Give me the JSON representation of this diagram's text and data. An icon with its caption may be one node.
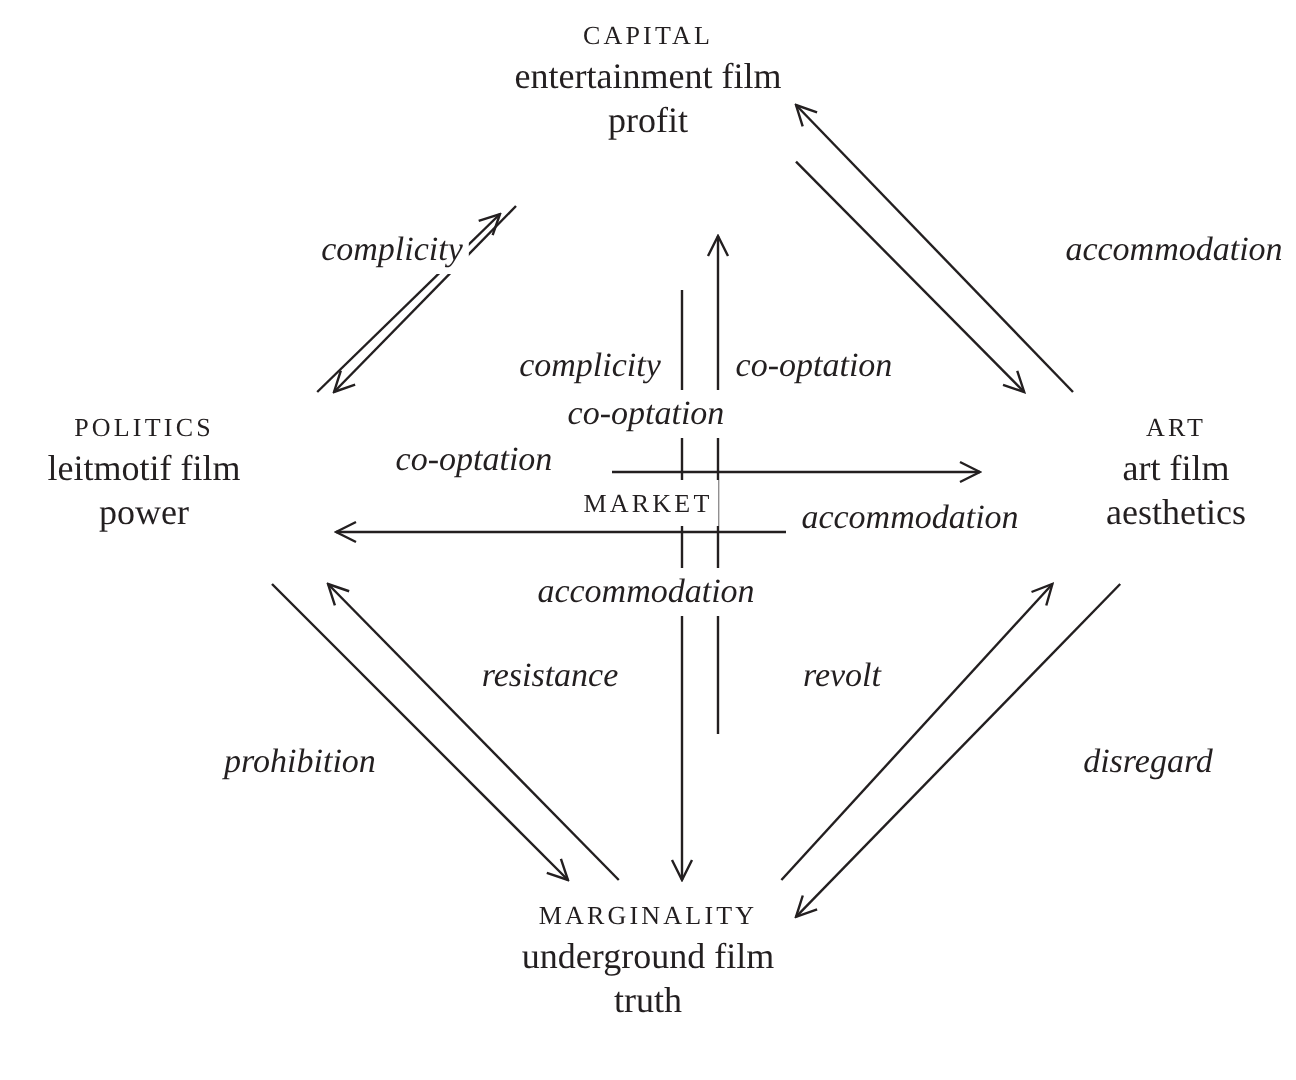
{
  "diagram": {
    "nodes": [
      {
        "text": [
          "CAPITAL",
          "entertainment film",
          "profit"
        ]
      },
      {
        "text": [
          "POLITICS",
          "leitmotif film",
          "power"
        ]
      },
      {
        "text": [
          "MARKET"
        ]
      },
      {
        "text": [
          "ART",
          "art film",
          "aesthetics"
        ]
      },
      {
        "text": [
          "MARGINALITY",
          "underground film",
          "truth"
        ]
      }
    ],
    "edges": [
      {
        "from": 1,
        "to": 0,
        "arrow": "to"
      },
      {
        "from": 0,
        "to": 1,
        "arrow": "to"
      },
      {
        "from": 0,
        "to": 3,
        "arrow": "to"
      },
      {
        "from": 3,
        "to": 0,
        "arrow": "to"
      },
      {
        "from": 1,
        "to": 4,
        "arrow": "to"
      },
      {
        "from": 4,
        "to": 1,
        "arrow": "to"
      },
      {
        "from": 4,
        "to": 3,
        "arrow": "to"
      },
      {
        "from": 3,
        "to": 4,
        "arrow": "to"
      },
      {
        "from": null,
        "to": 4,
        "arrow": "to"
      },
      {
        "from": null,
        "to": 0,
        "arrow": "to"
      },
      {
        "from": 2,
        "to": 3,
        "arrow": "to"
      },
      {
        "from": null,
        "to": 1,
        "arrow": "to"
      }
    ],
    "labels": [
      "complicity",
      "accommodation",
      "complicity",
      "co-optation",
      "co-optation",
      "co-optation",
      "accommodation",
      "accommodation",
      "resistance",
      "revolt",
      "prohibition",
      "disregard"
    ]
  }
}
